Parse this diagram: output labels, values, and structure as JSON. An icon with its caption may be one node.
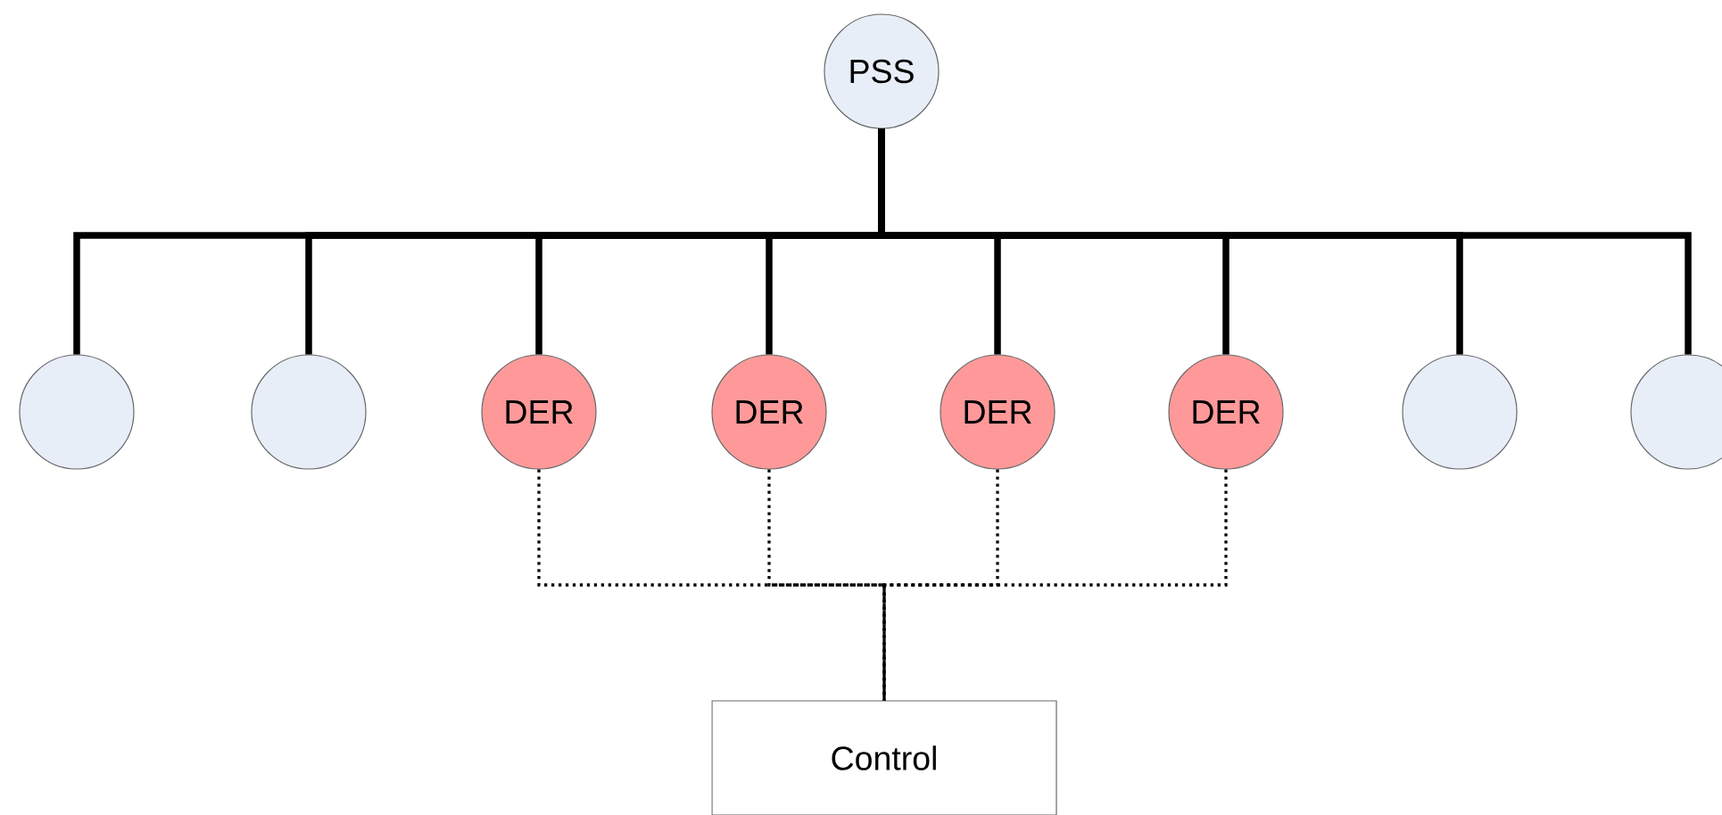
{
  "diagram": {
    "nodes": [
      {
        "text": [
          "PSS"
        ]
      },
      {
        "text": [],
        "shape": "circle"
      },
      {
        "text": [],
        "shape": "circle"
      },
      {
        "text": [
          "DER"
        ]
      },
      {
        "text": [
          "DER"
        ]
      },
      {
        "text": [
          "DER"
        ]
      },
      {
        "text": [
          "DER"
        ]
      },
      {
        "text": [],
        "shape": "circle"
      },
      {
        "text": [],
        "shape": "circle"
      },
      {
        "text": [
          "Control"
        ]
      }
    ],
    "edges": [
      {
        "from": 0,
        "to": 1,
        "arrow": "none"
      },
      {
        "from": 0,
        "to": 2,
        "arrow": "none"
      },
      {
        "from": 0,
        "to": 3,
        "arrow": "none"
      },
      {
        "from": 0,
        "to": 4,
        "arrow": "none"
      },
      {
        "from": 0,
        "to": 5,
        "arrow": "none"
      },
      {
        "from": 0,
        "to": 6,
        "arrow": "none"
      },
      {
        "from": 0,
        "to": 7,
        "arrow": "none"
      },
      {
        "from": 0,
        "to": 8,
        "arrow": "none"
      },
      {
        "from": 3,
        "to": 9,
        "arrow": "none",
        "style": "dashed"
      },
      {
        "from": 4,
        "to": 9,
        "arrow": "none",
        "style": "dashed"
      },
      {
        "from": 5,
        "to": 9,
        "arrow": "none",
        "style": "dashed"
      },
      {
        "from": 6,
        "to": 9,
        "arrow": "none",
        "style": "dashed"
      }
    ]
  }
}
